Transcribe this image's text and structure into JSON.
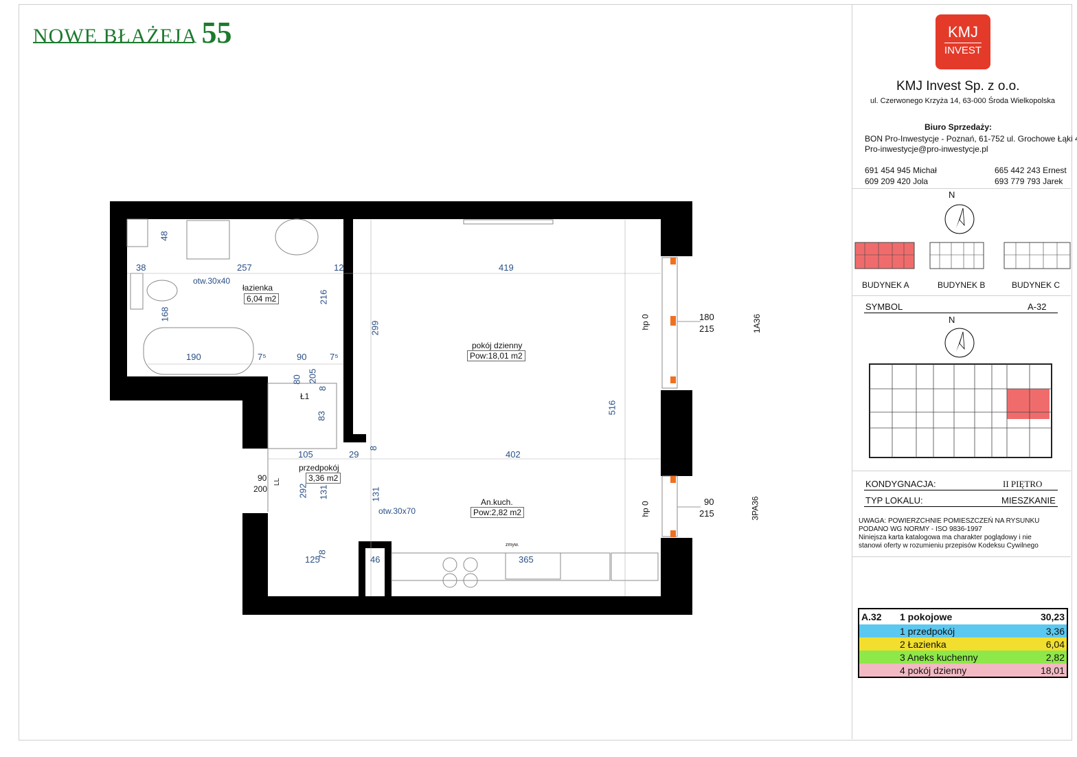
{
  "brand": {
    "title": "NOWE BŁAŻEJA",
    "number": "55"
  },
  "logo": {
    "line1": "KMJ",
    "line2": "INVEST",
    "color": "#e43a2a"
  },
  "company": {
    "name": "KMJ Invest Sp. z o.o.",
    "address": "ul. Czerwonego Krzyża 14, 63-000 Środa Wielkopolska"
  },
  "sales": {
    "heading": "Biuro Sprzedaży:",
    "office": "BON Pro-Inwestycje - Poznań, 61-752 ul. Grochowe Łąki 4",
    "email": "Pro-inwestycje@pro-inwestycje.pl",
    "contacts": [
      "691 454 945 Michał",
      "609 209 420 Jola",
      "665 442 243 Ernest",
      "693 779 793 Jarek"
    ]
  },
  "compass": {
    "label": "N"
  },
  "buildings": [
    {
      "label": "BUDYNEK A",
      "active": true
    },
    {
      "label": "BUDYNEK B",
      "active": false
    },
    {
      "label": "BUDYNEK C",
      "active": false
    }
  ],
  "symbol": {
    "label": "SYMBOL",
    "value": "A-32"
  },
  "level": {
    "label": "KONDYGNACJA:",
    "value": "II PIĘTRO"
  },
  "unit_type": {
    "label": "TYP LOKALU:",
    "value": "MIESZKANIE"
  },
  "note": {
    "caps1": "UWAGA: POWIERZCHNIE POMIESZCZEŃ NA RYSUNKU",
    "caps2": "PODANO WG NORMY - ISO 9836-1997",
    "line1": "Niniejsza karta katalogowa ma charakter poglądowy i nie",
    "line2": "stanowi oferty w rozumieniu przepisów Kodeksu Cywilnego"
  },
  "area_table": {
    "header": {
      "code": "A.32",
      "type": "1 pokojowe",
      "total": "30,23"
    },
    "rows": [
      {
        "label": "1 przedpokój",
        "value": "3,36",
        "color": "#5bc8f0"
      },
      {
        "label": "2 Łazienka",
        "value": "6,04",
        "color": "#f2de2e"
      },
      {
        "label": "3 Aneks kuchenny",
        "value": "2,82",
        "color": "#8ee84a"
      },
      {
        "label": "4 pokój dzienny",
        "value": "18,01",
        "color": "#f2b9c3"
      }
    ]
  },
  "plan": {
    "rooms": [
      {
        "name": "łazienka",
        "area": "6,04 m2"
      },
      {
        "name": "pokój dzienny",
        "area": "Pow:18,01 m2"
      },
      {
        "name": "przedpokój",
        "area": "3,36 m2"
      },
      {
        "name": "An.kuch.",
        "area": "Pow:2,82 m2"
      }
    ],
    "dims": [
      "48",
      "38",
      "257",
      "12",
      "419",
      "216",
      "168",
      "otw.30x40",
      "299",
      "190",
      "7⁵",
      "90",
      "7⁵",
      "180",
      "215",
      "hp 0",
      "1A36",
      "80",
      "205",
      "8",
      "Ł1",
      "83",
      "516",
      "105",
      "29",
      "8",
      "402",
      "90",
      "200",
      "LL",
      "292",
      "131",
      "131",
      "otw.30x70",
      "hp 0",
      "90",
      "215",
      "3PA36",
      "125",
      "78",
      "46",
      "365",
      "zmyw."
    ]
  }
}
